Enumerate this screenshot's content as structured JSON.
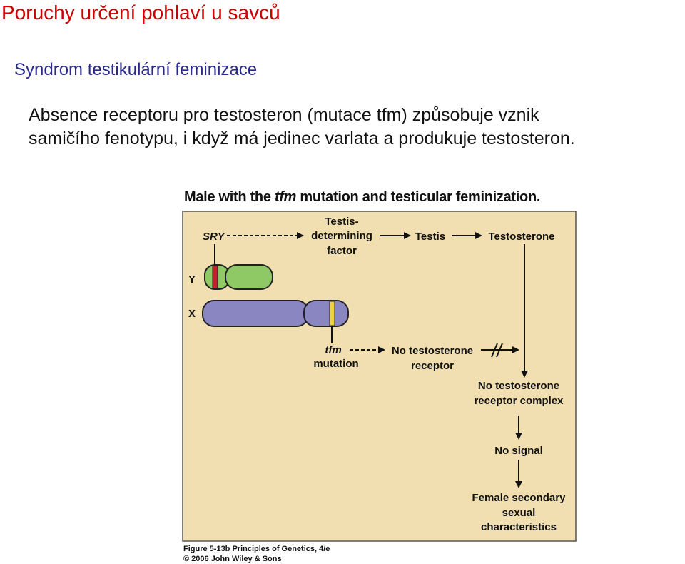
{
  "slide": {
    "title": "Poruchy určení pohlaví u savců",
    "subtitle": "Syndrom testikulární feminizace",
    "body_line1": "Absence receptoru pro testosteron (mutace tfm) způsobuje vznik",
    "body_line2": "samičího fenotypu, i když má jedinec varlata a produkuje testosteron."
  },
  "figure": {
    "title_prefix": "Male with the ",
    "title_italic": "tfm",
    "title_suffix": " mutation and testicular feminization.",
    "labels": {
      "sry": "SRY",
      "tdf_line1": "Testis-",
      "tdf_line2": "determining",
      "tdf_line3": "factor",
      "testis": "Testis",
      "testosterone": "Testosterone",
      "y": "Y",
      "x": "X",
      "tfm": "tfm",
      "mutation": "mutation",
      "no_receptor_line1": "No testosterone",
      "no_receptor_line2": "receptor",
      "no_complex_line1": "No testosterone",
      "no_complex_line2": "receptor complex",
      "no_signal": "No signal",
      "female_line1": "Female secondary",
      "female_line2": "sexual",
      "female_line3": "characteristics"
    },
    "caption_line1": "Figure 5-13b  Principles of Genetics, 4/e",
    "caption_line2": "© 2006 John Wiley & Sons"
  },
  "colors": {
    "title_red": "#cc0000",
    "subtitle_blue": "#2a2a8e",
    "panel_bg": "#f1dfb2",
    "y_chromosome": "#8fc965",
    "x_chromosome": "#8a86c2",
    "sry_band": "#c8202a",
    "tfm_band": "#f0d23a"
  }
}
